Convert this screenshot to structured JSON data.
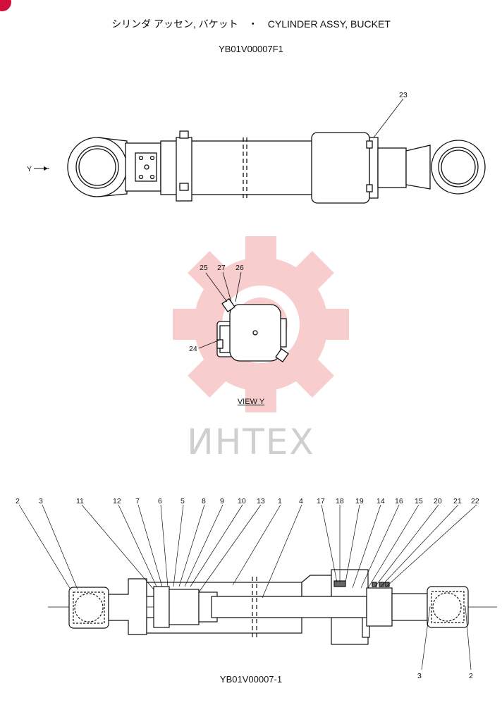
{
  "header": {
    "title": "シリンダ アッセン, バケット　・　CYLINDER ASSY, BUCKET",
    "code": "YB01V00007F1"
  },
  "view_arrow_label": "Y",
  "view_caption": "VIEW  Y",
  "watermark": {
    "text": "ИНТЕХ",
    "color": "#f3b9b9"
  },
  "footer": {
    "code": "YB01V00007-1"
  },
  "callouts": {
    "top": [
      "23"
    ],
    "view": [
      "25",
      "27",
      "26",
      "24"
    ],
    "section_top": [
      "2",
      "3",
      "11",
      "12",
      "7",
      "6",
      "5",
      "8",
      "9",
      "10",
      "13",
      "1",
      "4",
      "17",
      "18",
      "19",
      "14",
      "16",
      "15",
      "20",
      "21",
      "22"
    ],
    "section_bottom": [
      "3",
      "2"
    ]
  }
}
